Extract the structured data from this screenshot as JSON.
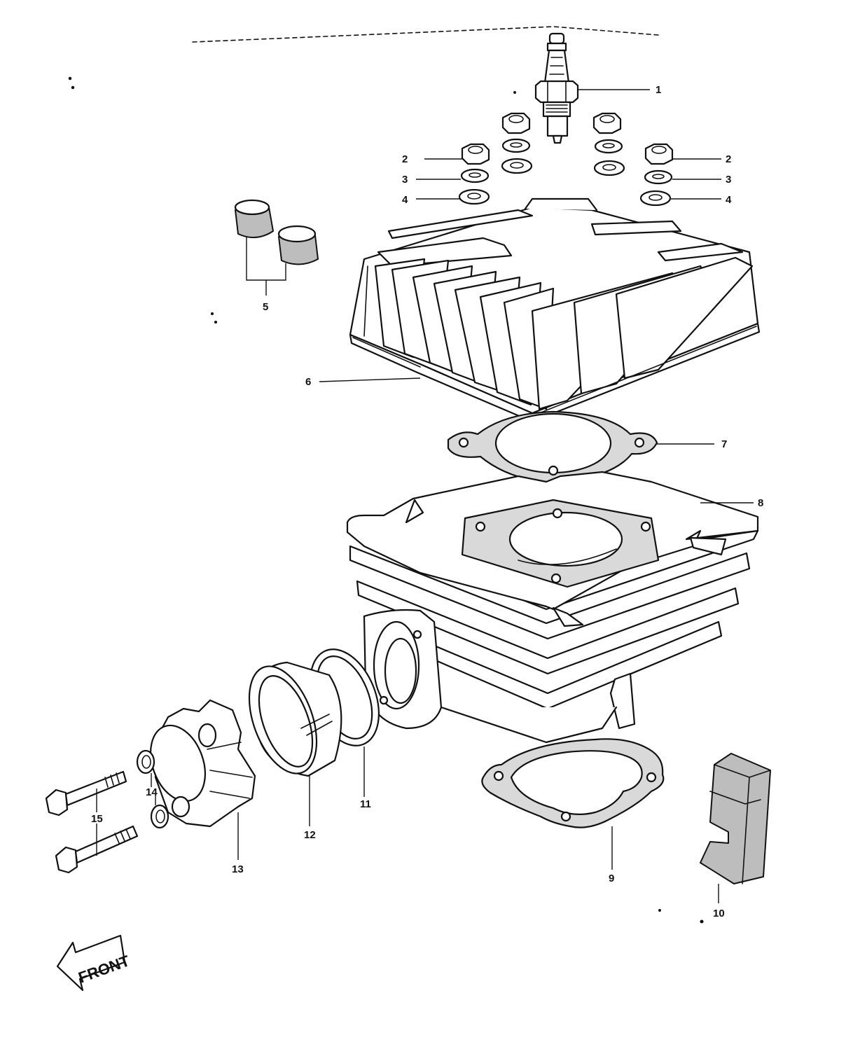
{
  "callouts": {
    "c1": "1",
    "c2a": "2",
    "c2b": "2",
    "c3a": "3",
    "c3b": "3",
    "c4a": "4",
    "c4b": "4",
    "c5": "5",
    "c6": "6",
    "c7": "7",
    "c8": "8",
    "c9": "9",
    "c10": "10",
    "c11": "11",
    "c12": "12",
    "c13": "13",
    "c14": "14",
    "c15": "15"
  },
  "front_arrow": {
    "label": "FRONT",
    "icon": "left-arrow-icon"
  },
  "colors": {
    "ink": "#111111",
    "paper": "#ffffff",
    "gasket_fill": "#d9d9d9",
    "stipple_fill": "#bdbdbd"
  }
}
